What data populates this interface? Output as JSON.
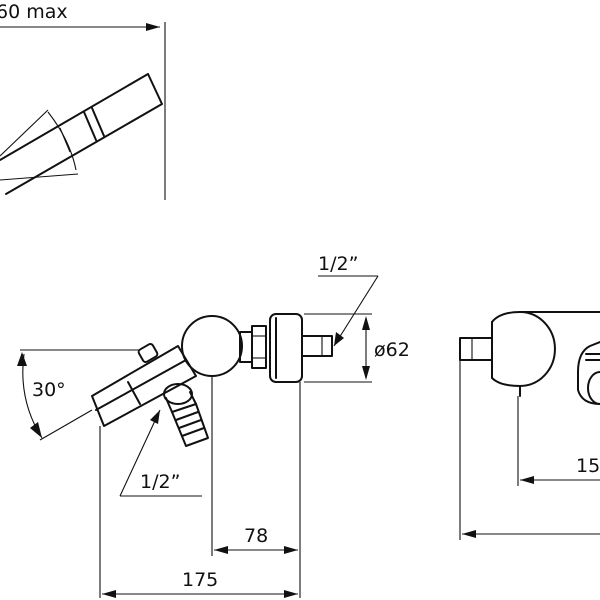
{
  "drawing": {
    "dim_top_max": "60 max",
    "dim_thread_top": "1/2”",
    "dim_diameter": "ø62",
    "dim_angle": "30°",
    "dim_thread_bottom": "1/2”",
    "dim_78": "78",
    "dim_175": "175",
    "dim_side": "15"
  }
}
